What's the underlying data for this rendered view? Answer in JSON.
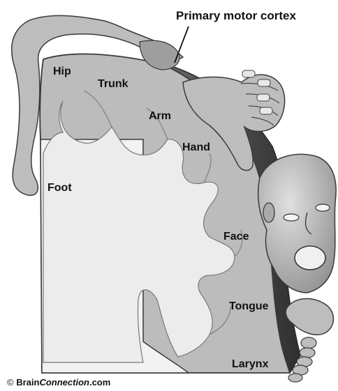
{
  "title": "Primary motor cortex",
  "labels": {
    "hip": "Hip",
    "trunk": "Trunk",
    "arm": "Arm",
    "hand": "Hand",
    "foot": "Foot",
    "face": "Face",
    "tongue": "Tongue",
    "larynx": "Larynx"
  },
  "credit": {
    "symbol": "©",
    "brand_a": "Brain",
    "brand_b": "Connection",
    "domain": ".com"
  },
  "colors": {
    "white_matter": "#ececec",
    "gray_matter": "#b9b9b9",
    "outline": "#3a3a3a",
    "homunculus": "#bdbdbd",
    "dark_surface": "#4a4a4a"
  }
}
